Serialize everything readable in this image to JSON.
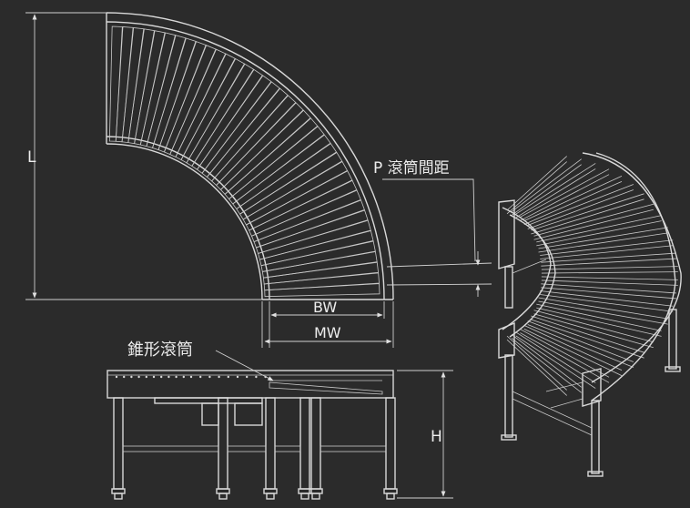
{
  "labels": {
    "length": "L",
    "pitch": "P 滾筒間距",
    "between_frame_width": "BW",
    "overall_width": "MW",
    "tapered_roller": "錐形滾筒",
    "height": "H"
  },
  "colors": {
    "background": "#2b2b2b",
    "line": "#d9d9d9"
  }
}
